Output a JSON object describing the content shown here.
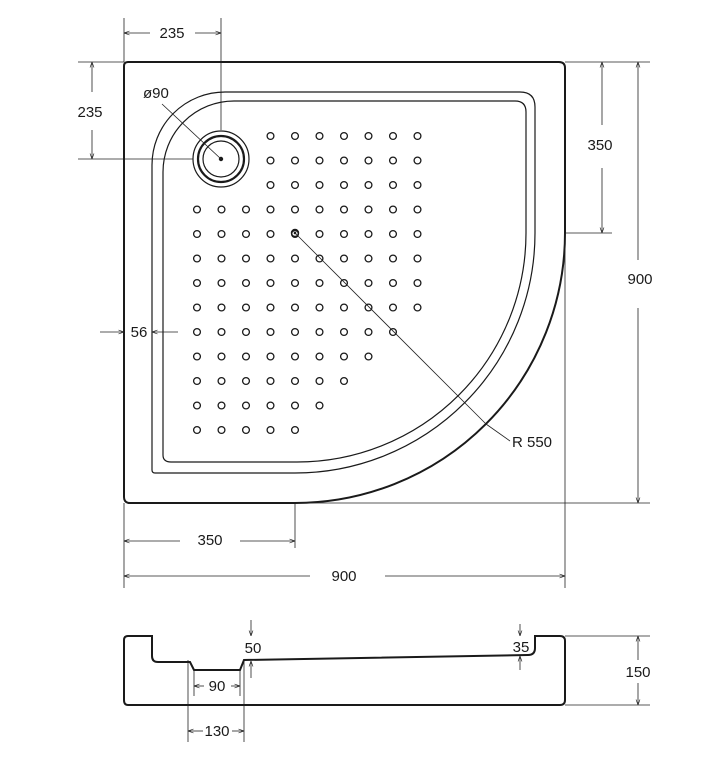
{
  "colors": {
    "line": "#1a1a1a",
    "dim": "#222222",
    "background": "#ffffff"
  },
  "dimensions": {
    "top_offset_x": "235",
    "top_offset_y": "235",
    "drain_diameter": "ø90",
    "right_straight": "350",
    "total_height": "900",
    "rim_width": "56",
    "radius": "R 550",
    "bottom_straight": "350",
    "total_width": "900"
  },
  "section": {
    "top_depth": "50",
    "right_depth": "35",
    "drain_width": "90",
    "total_height": "150",
    "drain_outer_width": "130"
  },
  "holes": {
    "rows": [
      [
        3,
        9
      ],
      [
        3,
        9
      ],
      [
        3,
        9
      ],
      [
        0,
        9
      ],
      [
        0,
        9
      ],
      [
        0,
        9
      ],
      [
        0,
        9
      ],
      [
        0,
        9
      ],
      [
        0,
        8
      ],
      [
        0,
        7
      ],
      [
        0,
        6
      ],
      [
        0,
        5
      ],
      [
        0,
        4
      ]
    ]
  }
}
